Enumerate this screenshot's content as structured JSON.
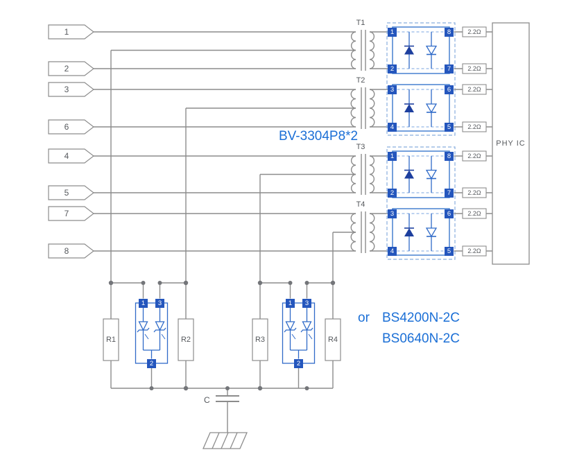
{
  "texts": {
    "part_label": "BV-3304P8*2",
    "or_label": "or",
    "alt_part_1": "BS4200N-2C",
    "alt_part_2": "BS0640N-2C",
    "phy_label": "PHY IC",
    "cap_label": "C"
  },
  "connectors": [
    "1",
    "2",
    "3",
    "6",
    "4",
    "5",
    "7",
    "8"
  ],
  "transformers": [
    "T1",
    "T2",
    "T3",
    "T4"
  ],
  "termination_resistors": [
    "R1",
    "R2",
    "R3",
    "R4"
  ],
  "series_resistors": [
    "2.2Ω",
    "2.2Ω",
    "2.2Ω",
    "2.2Ω",
    "2.2Ω",
    "2.2Ω",
    "2.2Ω",
    "2.2Ω"
  ],
  "diode_arrays": [
    {
      "channels": [
        {
          "tl": "1",
          "bl": "2",
          "tr": "8",
          "br": "7"
        },
        {
          "tl": "3",
          "bl": "4",
          "tr": "6",
          "br": "5"
        }
      ]
    },
    {
      "channels": [
        {
          "tl": "1",
          "bl": "2",
          "tr": "8",
          "br": "7"
        },
        {
          "tl": "3",
          "bl": "4",
          "tr": "6",
          "br": "5"
        }
      ]
    }
  ],
  "protectors": [
    {
      "pin1": "1",
      "pin3": "3",
      "pin2": "2"
    },
    {
      "pin1": "1",
      "pin3": "3",
      "pin2": "2"
    }
  ],
  "colors": {
    "accent_blue": "#1b6fd6",
    "component_blue": "#2456bd",
    "diode_navy": "#1d3f9e",
    "wire_gray": "#8c8c8c"
  }
}
